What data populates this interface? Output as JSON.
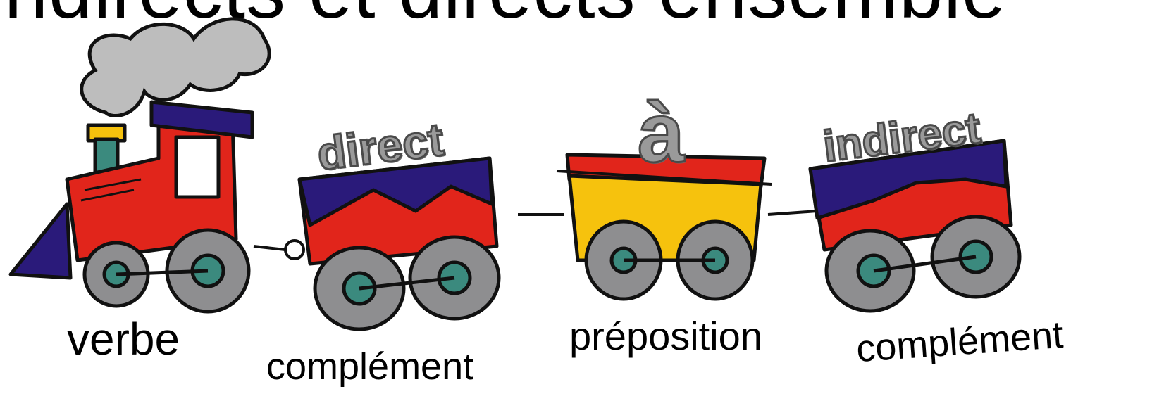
{
  "title": "indirects et directs ensemble",
  "cars": {
    "locomotive_label": "verbe",
    "direct_top": "direct",
    "direct_bottom": "complément",
    "preposition_top": "à",
    "preposition_bottom": "préposition",
    "indirect_top": "indirect",
    "indirect_bottom": "complément"
  },
  "colors": {
    "red": "#e1251b",
    "navy": "#2a1a7a",
    "yellow": "#f6c20d",
    "wheel": "#8e8e90",
    "hub": "#3b8a7e",
    "smoke": "#bfbfbf",
    "outline": "#111111"
  }
}
